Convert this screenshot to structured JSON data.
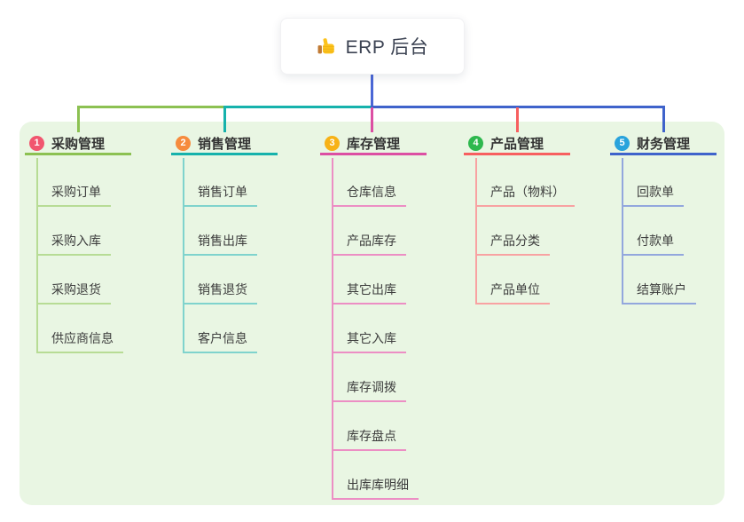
{
  "root": {
    "title": "ERP 后台",
    "icon": "thumbs-up-icon"
  },
  "canvas": {
    "background_color": "#ffffff",
    "panel_color": "#e9f6e3",
    "root_line_color": "#4a67d6"
  },
  "branches": [
    {
      "badge": "1",
      "title": "采购管理",
      "badge_color": "#f1566f",
      "line_color": "#8cc152",
      "child_line_color": "#b7dc95",
      "children": [
        "采购订单",
        "采购入库",
        "采购退货",
        "供应商信息"
      ]
    },
    {
      "badge": "2",
      "title": "销售管理",
      "badge_color": "#f68b3d",
      "line_color": "#16b2ac",
      "child_line_color": "#7fd3cd",
      "children": [
        "销售订单",
        "销售出库",
        "销售退货",
        "客户信息"
      ]
    },
    {
      "badge": "3",
      "title": "库存管理",
      "badge_color": "#f7b217",
      "line_color": "#dc4fa3",
      "child_line_color": "#ec8ec4",
      "children": [
        "仓库信息",
        "产品库存",
        "其它出库",
        "其它入库",
        "库存调拨",
        "库存盘点",
        "出库库明细"
      ]
    },
    {
      "badge": "4",
      "title": "产品管理",
      "badge_color": "#2eb84e",
      "line_color": "#f75f5f",
      "child_line_color": "#f8a2a2",
      "children": [
        "产品（物料）",
        "产品分类",
        "产品单位"
      ]
    },
    {
      "badge": "5",
      "title": "财务管理",
      "badge_color": "#29a3dc",
      "line_color": "#3f63cb",
      "child_line_color": "#93a7dd",
      "children": [
        "回款单",
        "付款单",
        "结算账户"
      ]
    }
  ]
}
